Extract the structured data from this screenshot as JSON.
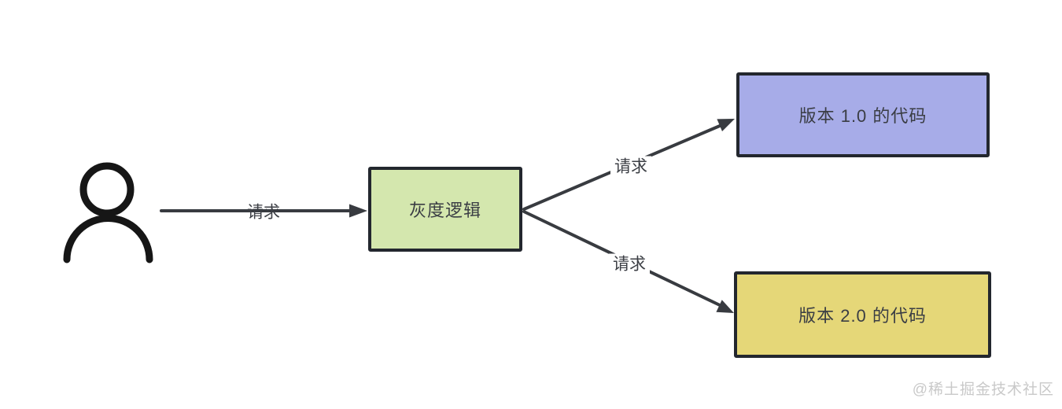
{
  "diagram": {
    "user": {
      "icon": "person-icon"
    },
    "nodes": {
      "gray_logic": {
        "label": "灰度逻辑",
        "fill": "#d4e7ae"
      },
      "v1": {
        "label": "版本 1.0 的代码",
        "fill": "#a7ace8"
      },
      "v2": {
        "label": "版本 2.0 的代码",
        "fill": "#e5d778"
      }
    },
    "edges": {
      "user_to_logic": {
        "label": "请求"
      },
      "logic_to_v1": {
        "label": "请求"
      },
      "logic_to_v2": {
        "label": "请求"
      }
    },
    "colors": {
      "arrow": "#383b40",
      "node_border": "#23272e",
      "node_text": "#3a3d44",
      "person_icon": "#161616"
    }
  },
  "watermark": {
    "text": "@稀土掘金技术社区",
    "color": "#c9c9c9"
  }
}
